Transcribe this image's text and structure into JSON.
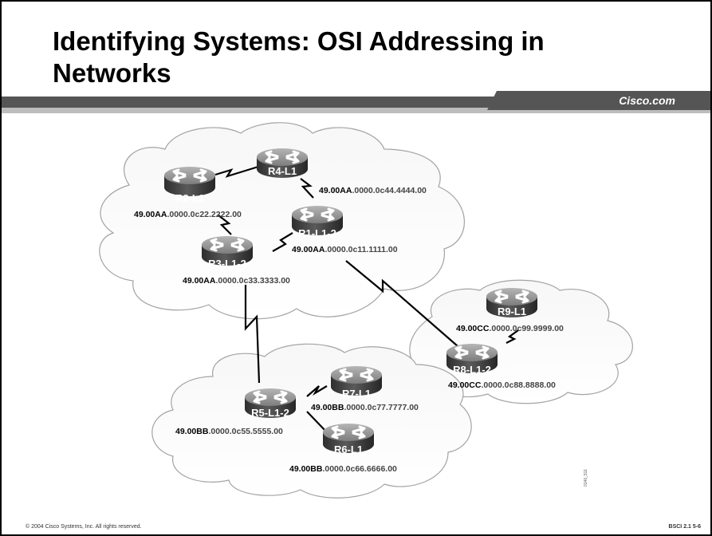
{
  "title": "Identifying Systems: OSI Addressing in Networks",
  "brand": "Cisco.com",
  "code_tag": "0140_511",
  "footer": {
    "copyright": "© 2004 Cisco Systems, Inc. All rights reserved.",
    "course": "BSCI 2.1   5-6"
  },
  "routers": [
    {
      "id": "r4",
      "name": "R4-L1",
      "area": "49.00AA",
      "system": ".0000.0c44.4444.00"
    },
    {
      "id": "r2",
      "name": "R2-L1",
      "area": "49.00AA",
      "system": ".0000.0c22.2222.00"
    },
    {
      "id": "r1",
      "name": "R1-L1-2",
      "area": "49.00AA",
      "system": ".0000.0c11.1111.00"
    },
    {
      "id": "r3",
      "name": "R3-L1-2",
      "area": "49.00AA",
      "system": ".0000.0c33.3333.00"
    },
    {
      "id": "r9",
      "name": "R9-L1",
      "area": "49.00CC",
      "system": ".0000.0c99.9999.00"
    },
    {
      "id": "r8",
      "name": "R8-L1-2",
      "area": "49.00CC",
      "system": ".0000.0c88.8888.00"
    },
    {
      "id": "r7",
      "name": "R7-L1",
      "area": "49.00BB",
      "system": ".0000.0c77.7777.00"
    },
    {
      "id": "r5",
      "name": "R5-L1-2",
      "area": "49.00BB",
      "system": ".0000.0c55.5555.00"
    },
    {
      "id": "r6",
      "name": "R6-L1",
      "area": "49.00BB",
      "system": ".0000.0c66.6666.00"
    }
  ]
}
